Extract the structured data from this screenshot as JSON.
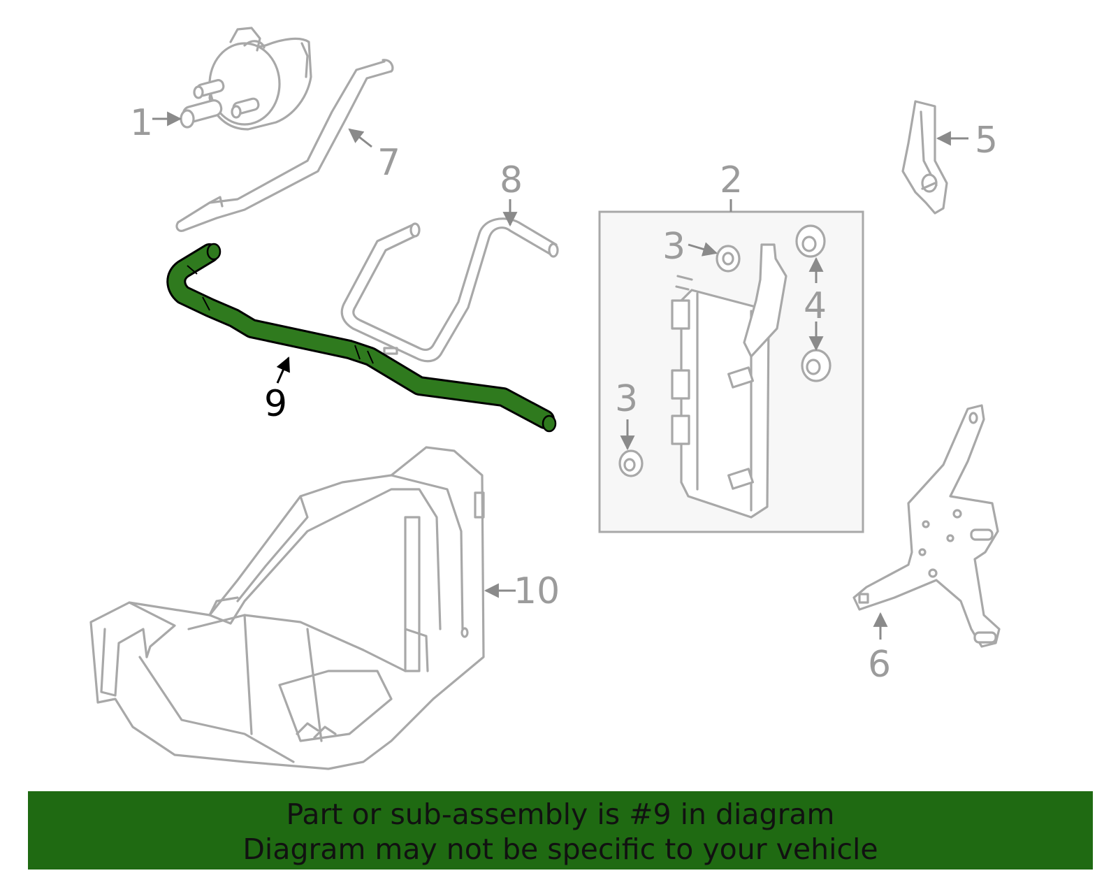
{
  "callouts": {
    "c1": "1",
    "c2": "2",
    "c3a": "3",
    "c3b": "3",
    "c4": "4",
    "c5": "5",
    "c6": "6",
    "c7": "7",
    "c8": "8",
    "c9": "9",
    "c10": "10"
  },
  "highlighted_part": "9",
  "banner": {
    "line1": "Part or sub-assembly is #9 in diagram",
    "line2": "Diagram may not be specific to your vehicle"
  },
  "colors": {
    "highlight": "#2f7a1e",
    "banner": "#1f6a12",
    "line_art": "#a8a8a8",
    "callout_text": "#9b9b9b"
  }
}
